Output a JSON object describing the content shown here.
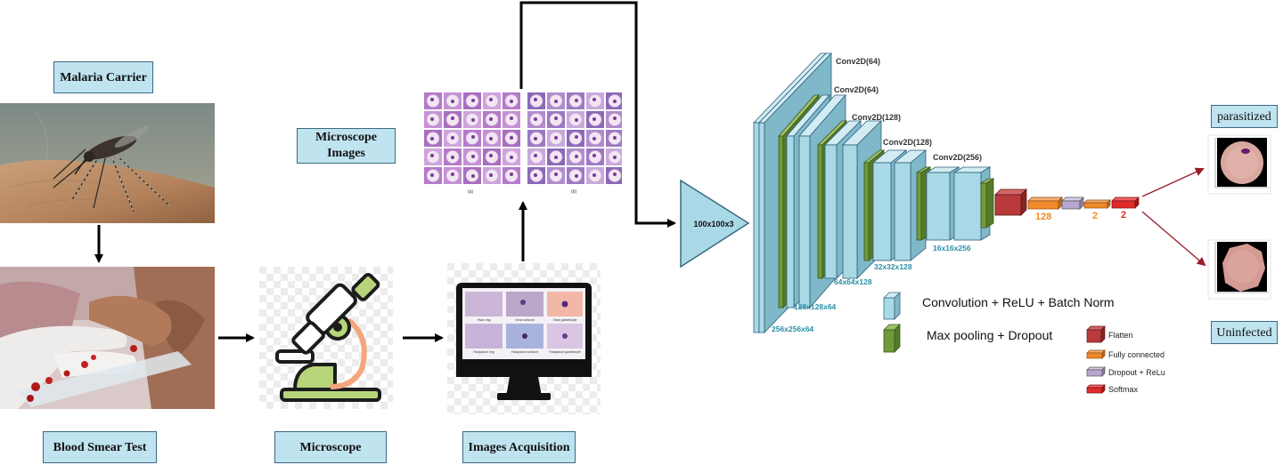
{
  "pipeline": {
    "malaria_carrier": "Malaria Carrier",
    "blood_smear_test": "Blood Smear Test",
    "microscope": "Microscope",
    "images_acquisition": "Images Acquisition",
    "microscope_images_line1": "Microscope",
    "microscope_images_line2": "Images",
    "sub_a": "(a)",
    "sub_b": "(b)"
  },
  "monitor_captions": [
    "Vivax ring",
    "Vivax schizont",
    "Vivax gametocyte",
    "Falciparum ring",
    "Falciparum schizont",
    "Falciparum gametocyte"
  ],
  "cnn": {
    "input": "100x100x3",
    "layers": [
      "Conv2D(64)",
      "Conv2D(64)",
      "Conv2D(128)",
      "Conv2D(128)",
      "Conv2D(256)"
    ],
    "dims": [
      "256x256x64",
      "128x128x64",
      "64x64x128",
      "32x32x128",
      "16x16x256"
    ],
    "dense_units": [
      "128",
      "2",
      "2"
    ]
  },
  "legend": {
    "conv": "Convolution + ReLU + Batch Norm",
    "pool": "Max pooling + Dropout",
    "flatten": "Flatten",
    "fc": "Fully connected",
    "dropout": "Dropout + ReLu",
    "softmax": "Softmax"
  },
  "outputs": {
    "parasitized": "parasitized",
    "uninfected": "Uninfected"
  },
  "colors": {
    "label_fill": "#bfe3ef",
    "conv_fill": "#a9d8e6",
    "pool_fill": "#6f9a3a",
    "flatten": "#b83a3a",
    "fully_connected": "#f08a2a",
    "dropout": "#b7a6cf",
    "softmax": "#e02a2a",
    "output_arrow": "#9a1b2a",
    "dim_text": "#2a8fa8"
  }
}
